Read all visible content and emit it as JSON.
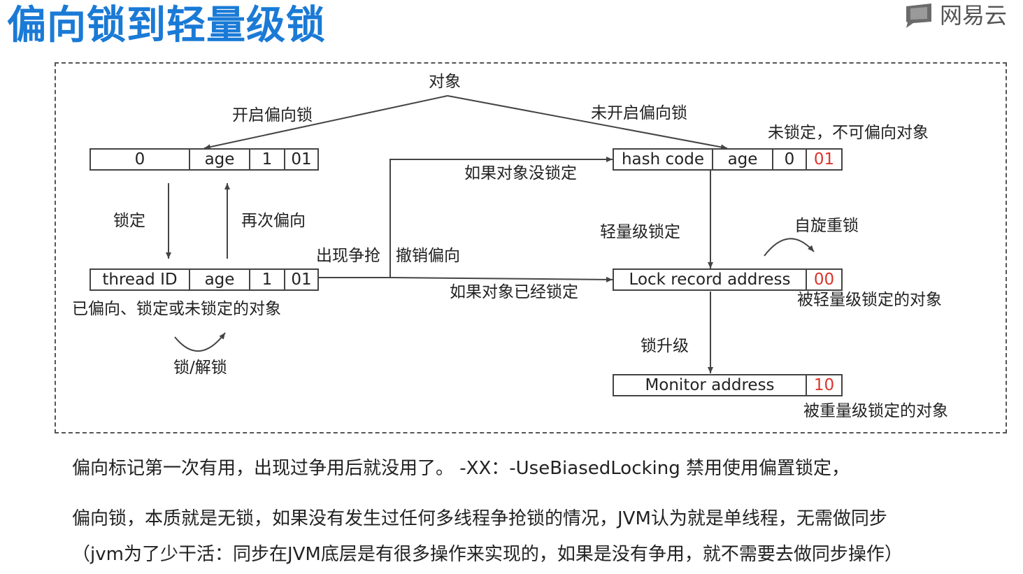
{
  "header": {
    "title": "偏向锁到轻量级锁",
    "logo_text": "网易云"
  },
  "diagram": {
    "root": "对象",
    "branch_left": "开启偏向锁",
    "branch_right": "未开启偏向锁",
    "unlocked_note": "未锁定，不可偏向对象",
    "bias_box": [
      "0",
      "age",
      "1",
      "01"
    ],
    "thread_box": [
      "thread ID",
      "age",
      "1",
      "01"
    ],
    "hash_box": [
      "hash code",
      "age",
      "0",
      "01"
    ],
    "lock_box": [
      "Lock record address",
      "00"
    ],
    "monitor_box": [
      "Monitor address",
      "10"
    ],
    "lock_label": "锁定",
    "rebias_label": "再次偏向",
    "thread_box_caption": "已偏向、锁定或未锁定的对象",
    "lock_unlock": "锁/解锁",
    "contention": "出现争抢",
    "revoke_bias": "撤销偏向",
    "if_not_locked": "如果对象没锁定",
    "if_locked": "如果对象已经锁定",
    "lightweight_lock": "轻量级锁定",
    "spin_lock": "自旋重锁",
    "lightweight_object": "被轻量级锁定的对象",
    "lock_upgrade": "锁升级",
    "heavyweight_object": "被重量级锁定的对象"
  },
  "notes": [
    "偏向标记第一次有用，出现过争用后就没用了。 -XX：-UseBiasedLocking 禁用使用偏置锁定，",
    "偏向锁，本质就是无锁，如果没有发生过任何多线程争抢锁的情况，JVM认为就是单线程，无需做同步",
    "（jvm为了少干活：同步在JVM底层是有很多操作来实现的，如果是没有争用，就不需要去做同步操作）"
  ],
  "colors": {
    "title": "#1a7ad6",
    "highlight": "#d9352b"
  },
  "icons": {
    "logo": "chat-bubble-icon"
  }
}
